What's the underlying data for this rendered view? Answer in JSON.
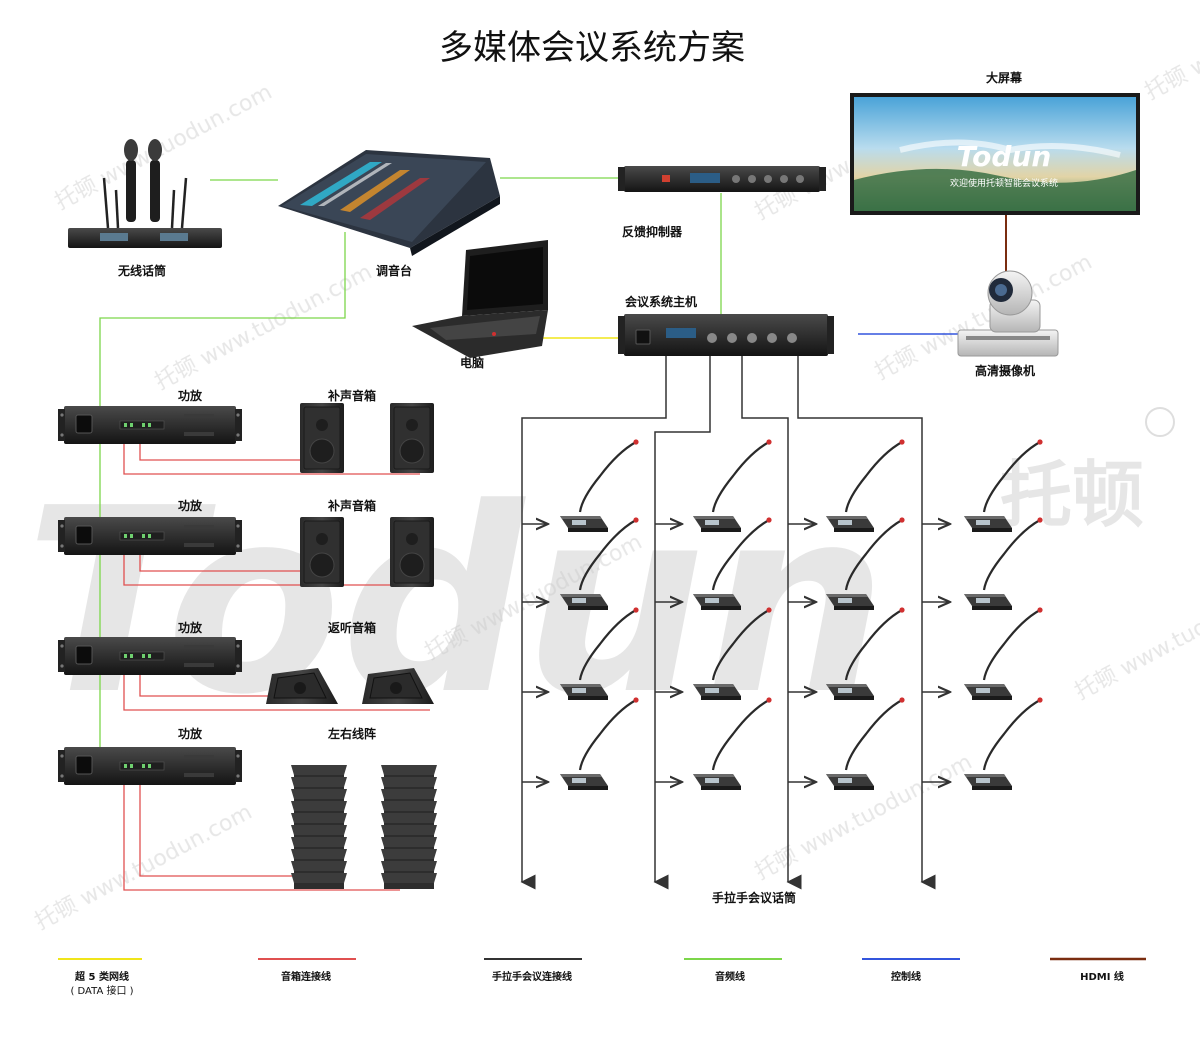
{
  "title": "多媒体会议系统方案",
  "watermark": {
    "url_text": "托顿 www.tuodun.com",
    "logo_text": "Todun",
    "logo_cn": "托顿"
  },
  "labels": {
    "big_screen": "大屏幕",
    "screen_logo": "Todun",
    "screen_caption": "欢迎使用托顿智能会议系统",
    "wireless_mic": "无线话筒",
    "mixer": "调音台",
    "feedback_suppressor": "反馈抑制器",
    "computer": "电脑",
    "conference_host": "会议系统主机",
    "hd_camera": "高清摄像机",
    "amp_1": "功放",
    "amp_2": "功放",
    "amp_3": "功放",
    "amp_4": "功放",
    "speakers_fill_1": "补声音箱",
    "speakers_fill_2": "补声音箱",
    "speakers_monitor": "返听音箱",
    "speakers_line_array": "左右线阵",
    "delegate_units": "手拉手会议话筒"
  },
  "legend": [
    {
      "name": "超 5 类网线",
      "sub": "( DATA 接口 )",
      "color": "#f0e51a"
    },
    {
      "name": "音箱连接线",
      "sub": "",
      "color": "#e05050"
    },
    {
      "name": "手拉手会议连接线",
      "sub": "",
      "color": "#333333"
    },
    {
      "name": "音频线",
      "sub": "",
      "color": "#7cd64a"
    },
    {
      "name": "控制线",
      "sub": "",
      "color": "#3355dd"
    },
    {
      "name": "HDMI 线",
      "sub": "",
      "color": "#7a2d10"
    }
  ]
}
